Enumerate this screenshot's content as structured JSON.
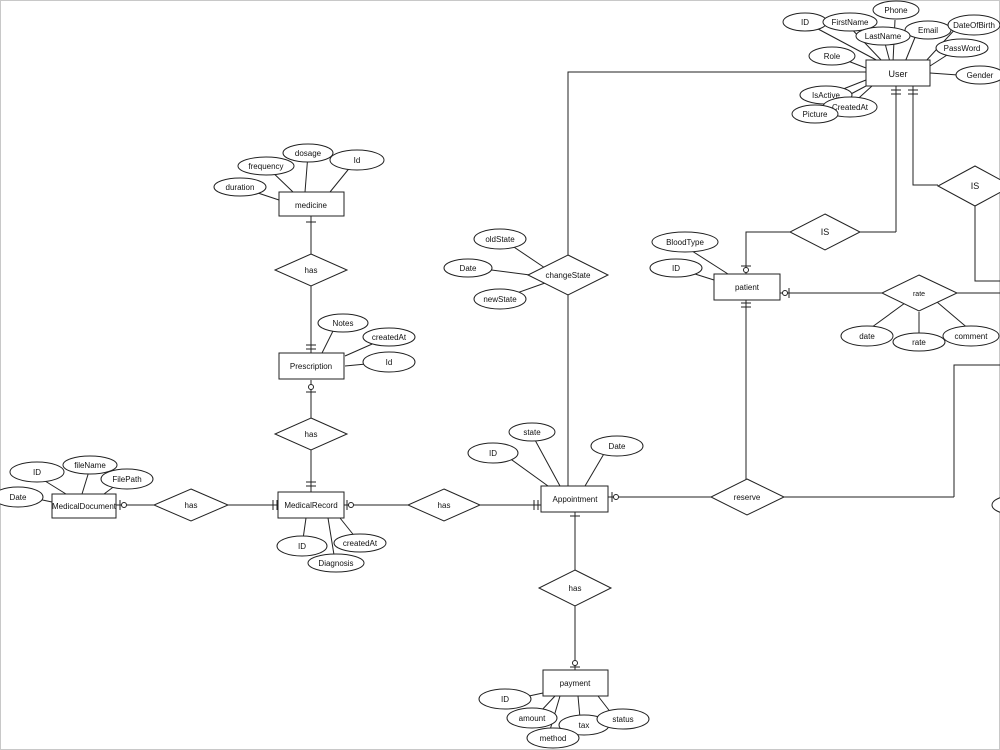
{
  "entities": {
    "user": "User",
    "medicine": "medicine",
    "prescription": "Prescription",
    "medical_record": "MedicalRecord",
    "medical_document": "MedicalDocument",
    "patient": "patient",
    "appointment": "Appointment",
    "payment": "payment"
  },
  "relationships": {
    "is_patient": "IS",
    "is_other": "IS",
    "change_state": "changeState",
    "medicine_has": "has",
    "prescription_has": "has",
    "document_has": "has",
    "record_has": "has",
    "payment_has": "has",
    "rate": "rate",
    "reserve": "reserve"
  },
  "attributes": {
    "user": {
      "id": "ID",
      "first_name": "FirstName",
      "phone": "Phone",
      "email": "Email",
      "date_of_birth": "DateOfBirth",
      "last_name": "LastName",
      "role": "Role",
      "password": "PassWord",
      "gender": "Gender",
      "is_active": "IsActive",
      "created_at": "CreatedAt",
      "picture": "Picture"
    },
    "medicine": {
      "dosage": "dosage",
      "frequency": "frequency",
      "id": "Id",
      "duration": "duration"
    },
    "prescription": {
      "notes": "Notes",
      "created_at": "createdAt",
      "id": "Id"
    },
    "change_state": {
      "old_state": "oldState",
      "date": "Date",
      "new_state": "newState"
    },
    "patient": {
      "blood_type": "BloodType",
      "id": "ID"
    },
    "rate": {
      "date": "date",
      "rate": "rate",
      "comment": "comment"
    },
    "appointment": {
      "state": "state",
      "id": "ID",
      "date": "Date"
    },
    "medical_document": {
      "id": "ID",
      "file_name": "fileName",
      "file_path": "FilePath",
      "date": "Date"
    },
    "medical_record": {
      "id": "ID",
      "created_at": "createdAt",
      "diagnosis": "Diagnosis"
    },
    "payment": {
      "id": "ID",
      "amount": "amount",
      "tax": "tax",
      "status": "status",
      "method": "method"
    }
  }
}
